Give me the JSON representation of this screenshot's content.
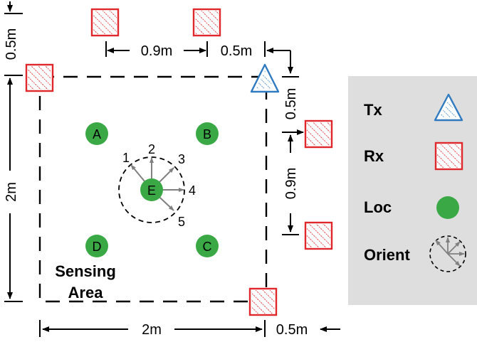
{
  "colors": {
    "rx": "#e0282c",
    "tx": "#2f7ac0",
    "loc": "#3aa845",
    "legend_bg": "#dedede",
    "arrow": "#808080"
  },
  "dimensions": {
    "top_spacing": "0.9m",
    "top_offset": "0.5m",
    "left_top_offset": "0.5m",
    "left_side": "2m",
    "right_top_offset": "0.5m",
    "right_spacing": "0.9m",
    "bottom_side": "2m",
    "bottom_offset": "0.5m"
  },
  "locations": {
    "a": "A",
    "b": "B",
    "c": "C",
    "d": "D",
    "e": "E"
  },
  "orientations": [
    "1",
    "2",
    "3",
    "4",
    "5"
  ],
  "area_label": {
    "line1": "Sensing",
    "line2": "Area"
  },
  "legend": {
    "tx": "Tx",
    "rx": "Rx",
    "loc": "Loc",
    "orient": "Orient"
  }
}
